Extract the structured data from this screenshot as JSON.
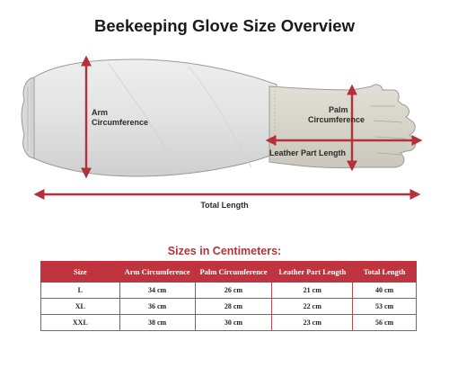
{
  "title": "Beekeeping Glove Size Overview",
  "diagram": {
    "arm_label_line1": "Arm",
    "arm_label_line2": "Circumference",
    "palm_label_line1": "Palm",
    "palm_label_line2": "Circumference",
    "leather_label": "Leather Part Length",
    "total_label": "Total Length",
    "colors": {
      "arrow": "#b5303a",
      "sleeve": "#e2e2e2",
      "leather": "#d8d6cc",
      "outline": "#9a9a9a"
    }
  },
  "table": {
    "caption": "Sizes in Centimeters:",
    "headers": [
      "Size",
      "Arm Circumference",
      "Palm Circumference",
      "Leather Part Length",
      "Total Length"
    ],
    "rows": [
      [
        "L",
        "34 cm",
        "26 cm",
        "21 cm",
        "40 cm"
      ],
      [
        "XL",
        "36 cm",
        "28 cm",
        "22 cm",
        "53 cm"
      ],
      [
        "XXL",
        "38 cm",
        "30 cm",
        "23 cm",
        "56 cm"
      ]
    ],
    "colors": {
      "header_bg": "#c0343f",
      "border": "#b94a52"
    }
  }
}
